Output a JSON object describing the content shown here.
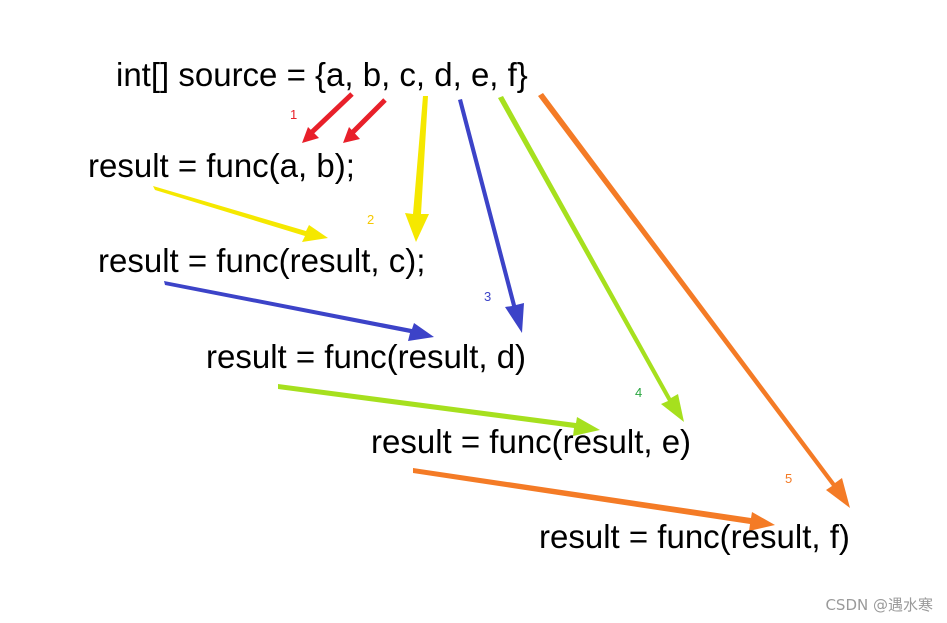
{
  "source_line": "int[] source = {a, b, c, d, e, f}",
  "steps": [
    {
      "code": "result = func(a, b);",
      "number": "1",
      "color": "#e8202a"
    },
    {
      "code": "result = func(result, c);",
      "number": "2",
      "color": "#f5e800"
    },
    {
      "code": "result = func(result, d)",
      "number": "3",
      "color": "#3c43c8"
    },
    {
      "code": "result = func(result, e)",
      "number": "4",
      "color": "#a6e01e",
      "number_color": "#2aa640"
    },
    {
      "code": "result = func(result, f)",
      "number": "5",
      "color": "#f47b26"
    }
  ],
  "watermark": "CSDN @遇水寒"
}
